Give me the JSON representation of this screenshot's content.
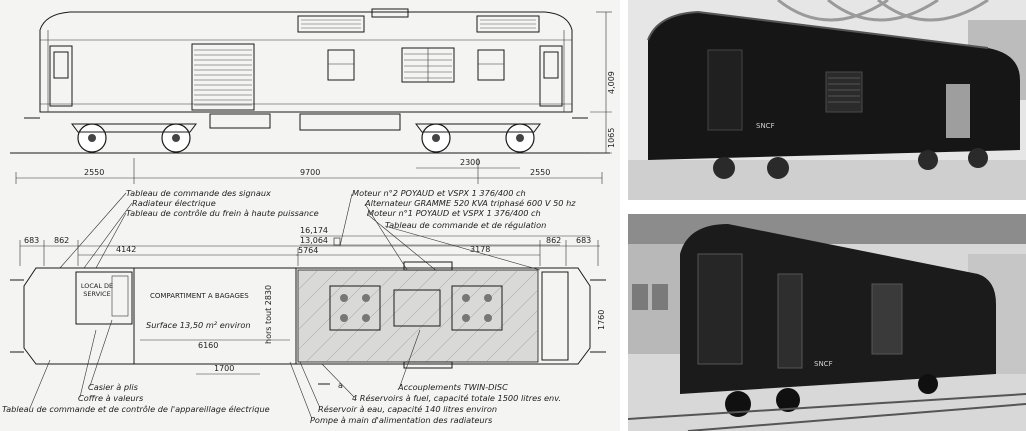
{
  "top_dimensions": {
    "height_total": "4,009",
    "height_floor": "1065",
    "bogie_span": "2300",
    "left_overhang": "2550",
    "bogie_centers": "9700",
    "right_overhang": "2550"
  },
  "plan_dimensions": {
    "overall_1": "16,174",
    "overall_2": "13,064",
    "left_a": "683",
    "left_b": "862",
    "luggage_len": "4142",
    "machine_len": "5764",
    "right_len": "3178",
    "right_b": "862",
    "right_a": "683",
    "inner_width": "hors tout 2830",
    "width": "1760",
    "floor_len": "6160",
    "door_len": "1700",
    "section_mark": "a"
  },
  "plan_labels": {
    "local_service": "LOCAL DE SERVICE",
    "compartment": "COMPARTIMENT A BAGAGES",
    "surface": "Surface 13,50 m² environ"
  },
  "callouts_top_left": [
    "Tableau de commande des signaux",
    "Radiateur électrique",
    "Tableau de contrôle du frein à haute puissance"
  ],
  "callouts_top_right": [
    "Moteur n°2 POYAUD et VSPX 1 376/400 ch",
    "Alternateur GRAMME 520 KVA triphasé 600 V 50 hz",
    "Moteur n°1 POYAUD et VSPX 1 376/400 ch",
    "Tableau de commande et de régulation"
  ],
  "callouts_bottom_left": [
    "Casier à plis",
    "Coffre à valeurs",
    "Tableau de commande et de contrôle de l'appareillage électrique"
  ],
  "callouts_bottom_right": [
    "Accouplements TWIN-DISC",
    "4 Réservoirs à fuel, capacité totale 1500 litres env.",
    "Réservoir à eau, capacité 140 litres environ",
    "Pompe à main d'alimentation des radiateurs"
  ],
  "photos": {
    "top_marking": "SNCF",
    "bottom_marking": "SNCF"
  }
}
